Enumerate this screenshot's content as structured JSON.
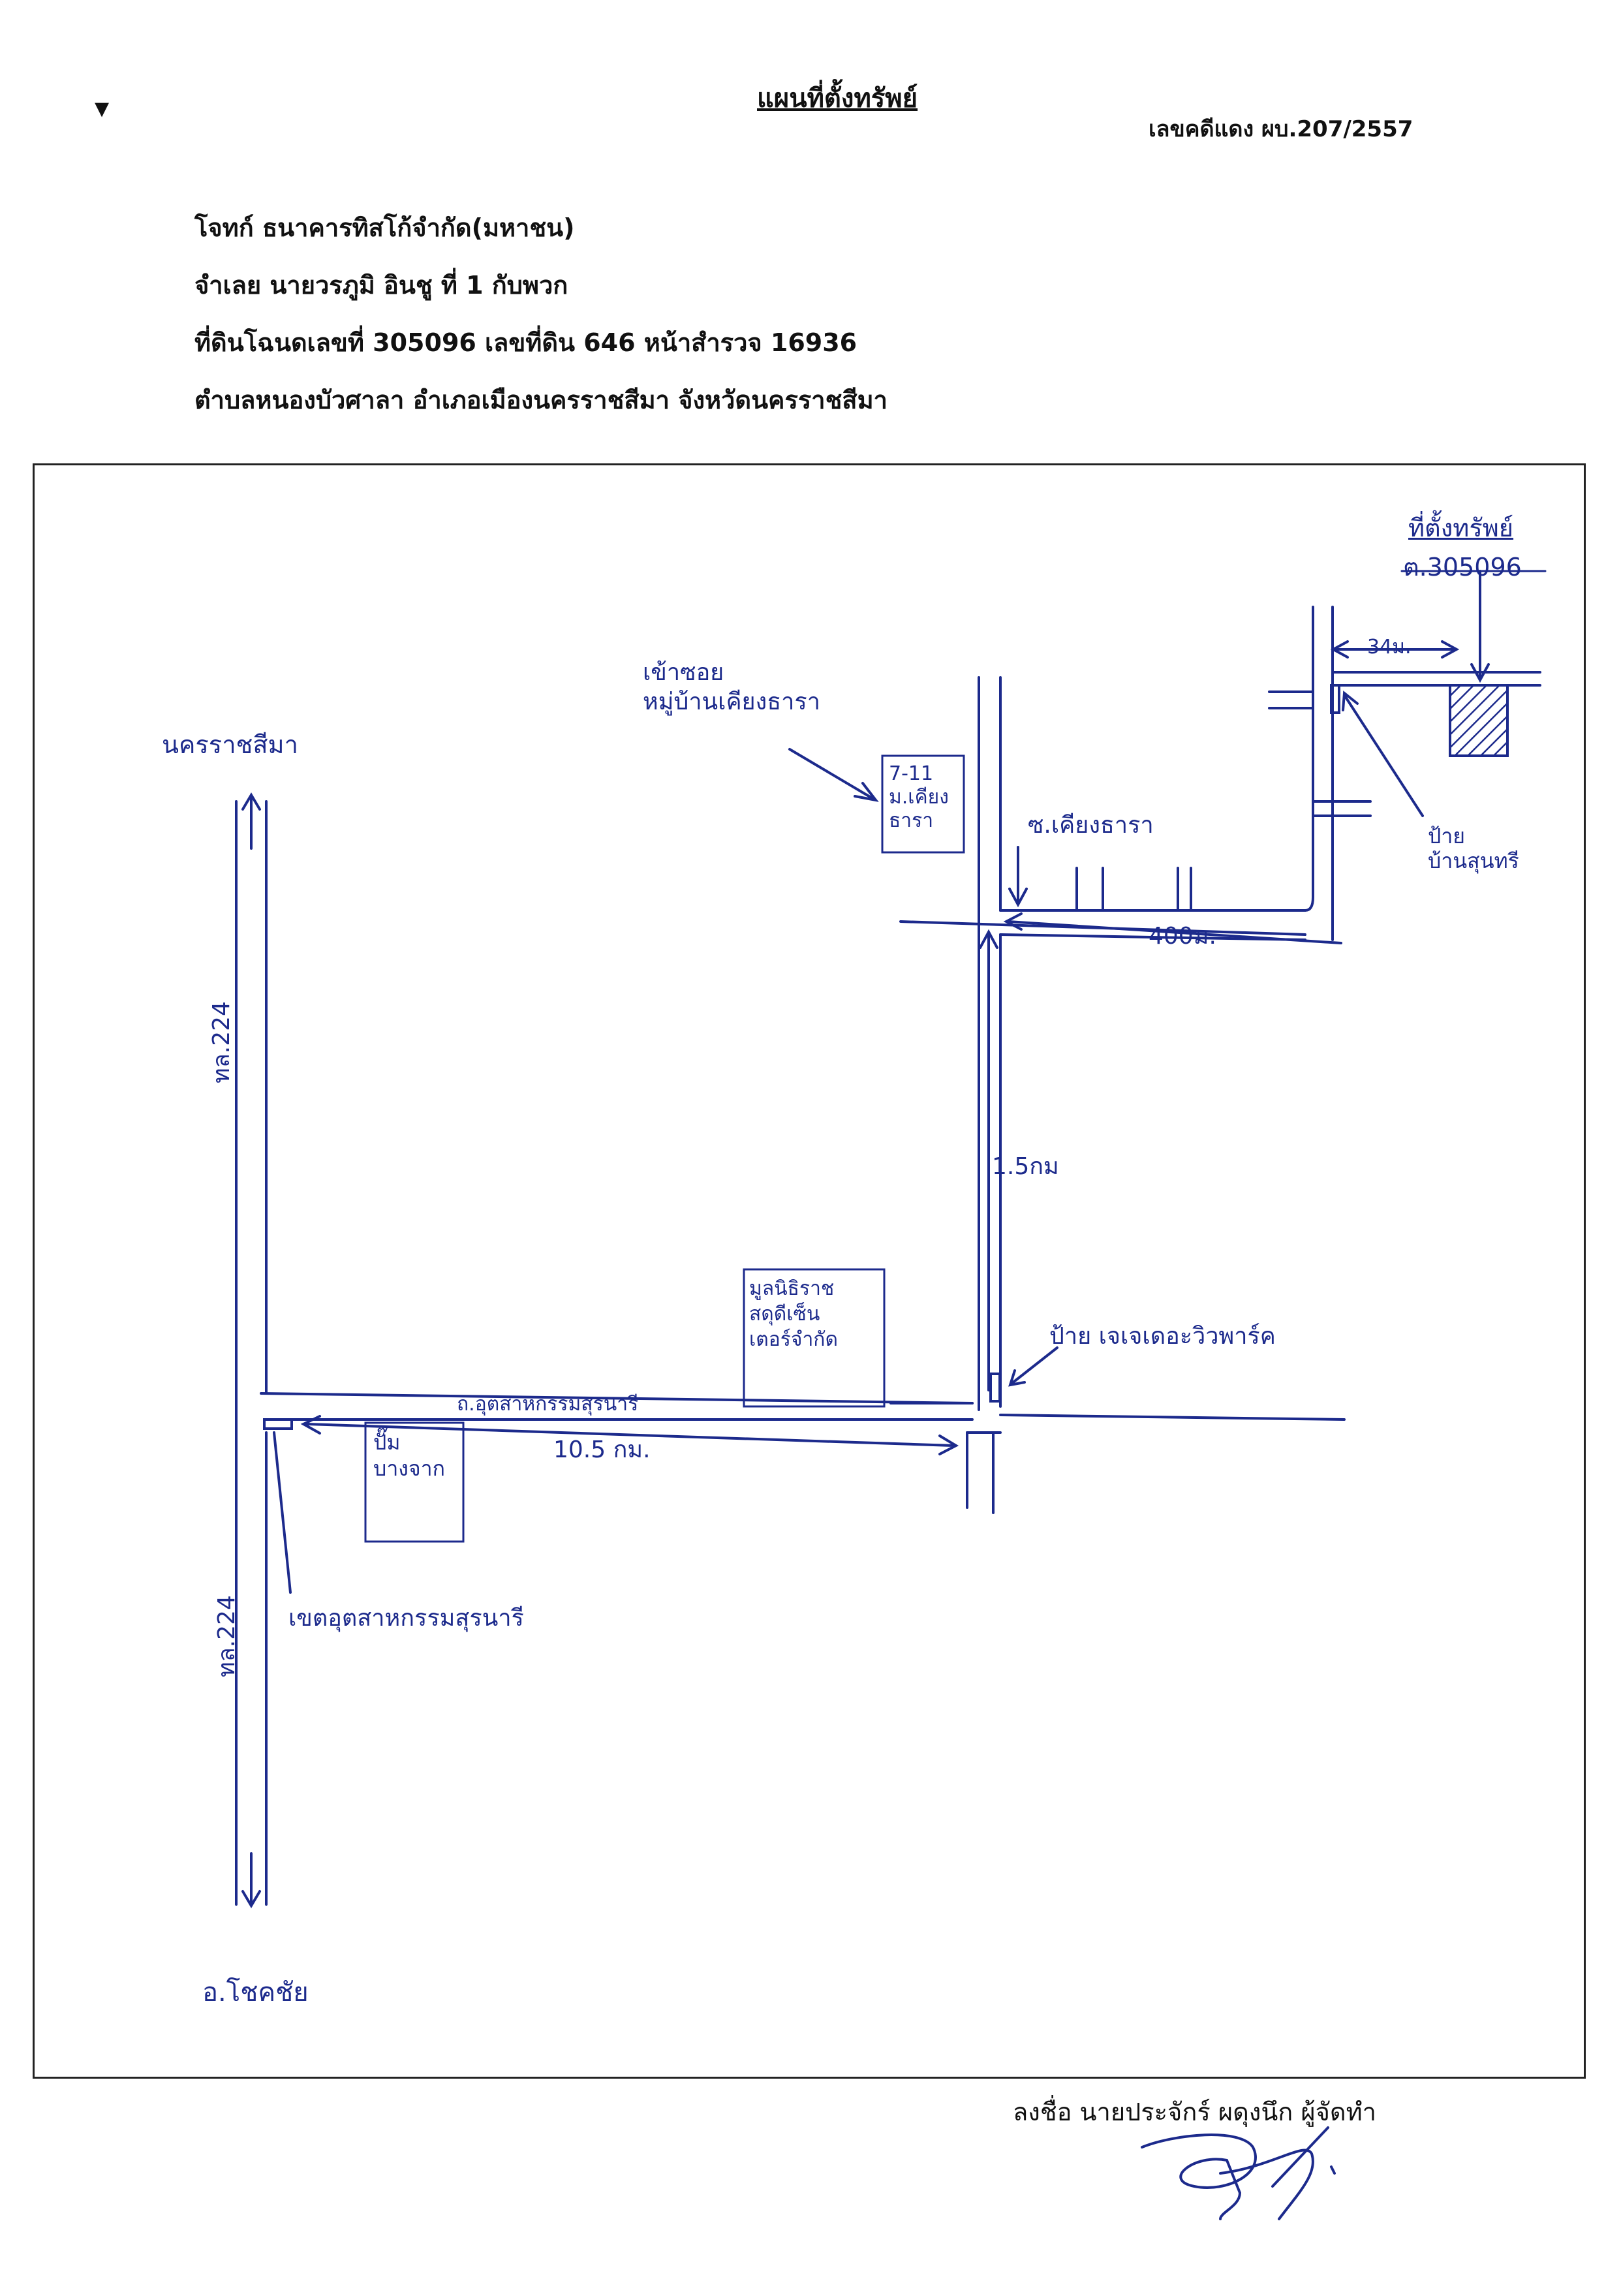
{
  "header": {
    "title": "แผนที่ตั้งทรัพย์",
    "case_number": "เลขคดีแดง ผบ.207/2557",
    "plaintiff": "โจทก์ ธนาคารทิสโก้จำกัด(มหาชน)",
    "defendant": "จำเลย นายวรภูมิ อินชู  ที่ 1 กับพวก",
    "deed_label": "ที่ดินโฉนดเลขที่ 305096 เลขที่ดิน 646  หน้าสำรวจ 16936",
    "location": "ตำบลหนองบัวศาลา  อำเภอเมืองนครราชสีมา จังหวัดนครราชสีมา"
  },
  "map_labels": {
    "property_title": "ที่ตั้งทรัพย์",
    "property_deed": "ต.305096",
    "dist_34m": "34ม.",
    "sign_suntaree": "ป้าย\nบ้านสุนทรี",
    "entrance_village": "เข้าซอย\nหมู่บ้านเคียงธารา",
    "shop_711": "7-11\nม.เคียง\nธารา",
    "soi_khiang": "ซ.เคียงธารา",
    "dist_400m": "400ม.",
    "dist_15km": "1.5กม",
    "sign_park": "ป้าย เจเจเดอะวิวพาร์ค",
    "charity": "มูลนิธิราช\nสดุดีเซ็น\nเตอร์จำกัด",
    "road_surnaree": "ถ.อุตสาหกรรมสุรนารี",
    "dist_105km": "10.5 กม.",
    "gas_station": "ปั๊ม\nบางจาก",
    "industrial": "เขตอุตสาหกรรมสุรนารี",
    "road_224_top": "ทล.224",
    "road_224_bottom": "ทล.224",
    "to_korat": "นครราชสีมา",
    "to_chokchai": "อ.โชคชัย"
  },
  "footer": {
    "signature_line": "ลงชื่อ นายประจักร์ ผดุงนึก ผู้จัดทำ"
  }
}
